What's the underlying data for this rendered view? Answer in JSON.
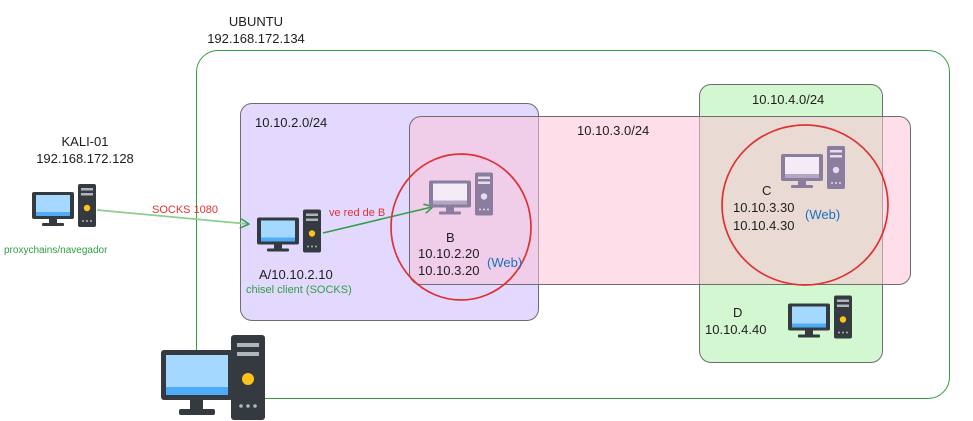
{
  "host": {
    "name": "UBUNTU",
    "ip": "192.168.172.134"
  },
  "attacker": {
    "name": "KALI-01",
    "ip": "192.168.172.128",
    "tool": "proxychains/navegador"
  },
  "tunnel": {
    "label": "SOCKS 1080"
  },
  "pivot_note": "ve red de B",
  "networks": [
    {
      "cidr": "10.10.2.0/24",
      "color": "#e3d9ff"
    },
    {
      "cidr": "10.10.3.0/24",
      "color": "#fadbe7"
    },
    {
      "cidr": "10.10.4.0/24",
      "color": "#d3f7d1"
    }
  ],
  "hosts": {
    "a": {
      "label": "A/10.10.2.10",
      "role": "chisel client (SOCKS)"
    },
    "b": {
      "label": "B",
      "ip1": "10.10.2.20",
      "ip2": "10.10.3.20",
      "service": "(Web)"
    },
    "c": {
      "label": "C",
      "ip1": "10.10.3.30",
      "ip2": "10.10.4.30",
      "service": "(Web)"
    },
    "d": {
      "label": "D",
      "ip1": "10.10.4.40"
    }
  },
  "colors": {
    "green_line": "#2f9e44",
    "red_text": "#e03131",
    "blue_text": "#1971c2",
    "purple_icon": "#9c8fb1",
    "dark_icon": "#343a40",
    "screen_blue": "#a5d8ff"
  }
}
